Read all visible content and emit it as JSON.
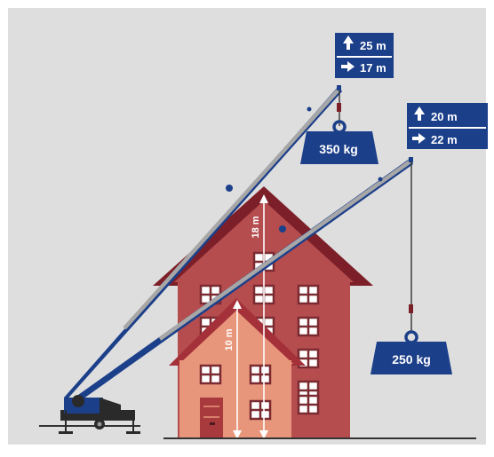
{
  "colors": {
    "background": "#dedede",
    "navy": "#1c3f8a",
    "boom_gray": "#a7a7a7",
    "tall_house_wall": "#b54d4f",
    "tall_house_roof": "#7d1f28",
    "small_house_wall": "#e8967b",
    "small_house_roof": "#a4303a",
    "window_fill": "#ffffff",
    "ground": "#333333"
  },
  "icons": {
    "height": "arrow-up-icon",
    "reach": "arrow-right-icon",
    "weight": "weight-icon"
  },
  "building_heights": {
    "tall": {
      "value": 18,
      "label": "18 m"
    },
    "small": {
      "value": 10,
      "label": "10 m"
    }
  },
  "configurations": [
    {
      "height_label": "25 m",
      "reach_label": "17 m",
      "load_label": "350 kg",
      "height_m": 25,
      "reach_m": 17,
      "load_kg": 350
    },
    {
      "height_label": "20 m",
      "reach_label": "22 m",
      "load_label": "250 kg",
      "height_m": 20,
      "reach_m": 22,
      "load_kg": 250
    }
  ]
}
